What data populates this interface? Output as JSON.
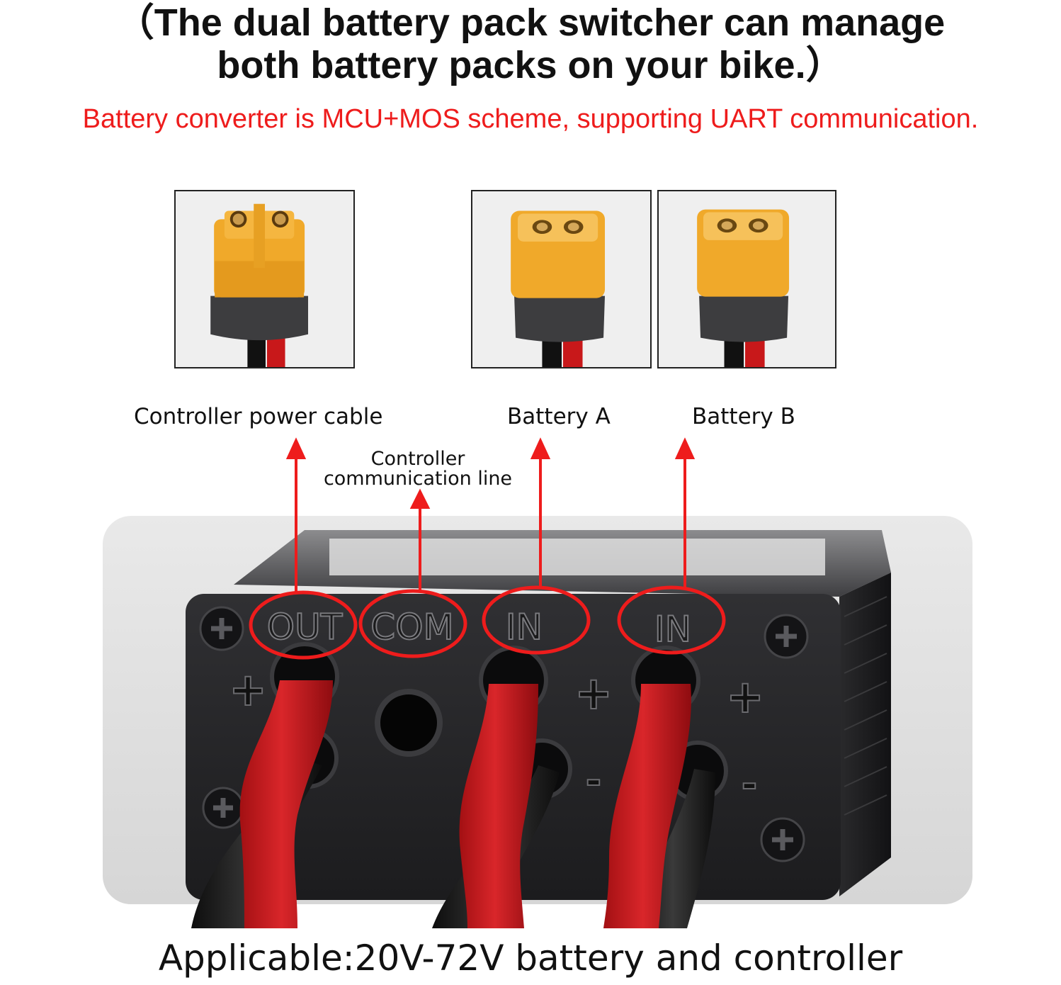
{
  "header": {
    "title_line1": "（The dual battery pack switcher can manage",
    "title_line2": "both battery packs on your bike.）",
    "subtitle": "Battery converter is MCU+MOS scheme, supporting UART communication."
  },
  "labels": {
    "controller_power_cable": "Controller power cable",
    "battery_a": "Battery  A",
    "battery_b": "Battery  B",
    "controller_comm_line1": "Controller",
    "controller_comm_line2": "communication line"
  },
  "ports": {
    "out": "OUT",
    "com": "COM",
    "in_a": "IN",
    "in_b": "IN",
    "plus": "+",
    "minus": "-"
  },
  "footer": {
    "applicable": "Applicable:20V-72V battery and controller"
  },
  "colors": {
    "accent_red": "#ee1c1c",
    "connector_yellow": "#f0a92a",
    "device_black": "#1d1d1f",
    "cable_red": "#c8181a"
  }
}
